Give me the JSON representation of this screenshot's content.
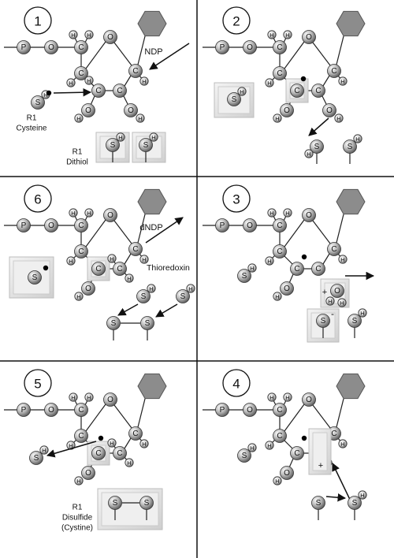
{
  "atoms": {
    "p": "P",
    "o": "O",
    "c": "C",
    "h": "H",
    "s": "S",
    "plus": "+",
    "minus": "-"
  },
  "panels": [
    {
      "id": 1,
      "number": "1",
      "labels": {
        "ndp": "NDP",
        "r1_cys_a": "R1",
        "r1_cys_b": "Cysteine",
        "r1_dit_a": "R1",
        "r1_dit_b": "Dithiol"
      }
    },
    {
      "id": 2,
      "number": "2",
      "labels": {}
    },
    {
      "id": 6,
      "number": "6",
      "labels": {
        "dndp": "dNDP",
        "thioredoxin": "Thioredoxin"
      }
    },
    {
      "id": 3,
      "number": "3",
      "labels": {}
    },
    {
      "id": 5,
      "number": "5",
      "labels": {
        "r1_dis_a": "R1",
        "r1_dis_b": "Disulfide",
        "r1_dis_c": "(Cystine)"
      }
    },
    {
      "id": 4,
      "number": "4",
      "labels": {}
    }
  ],
  "colors": {
    "atom_light": "#f2f2f2",
    "atom_dark": "#6a6a6a",
    "hexagon": "#8c8c8c",
    "bond": "#222222",
    "frame": "#dcdcdc"
  }
}
